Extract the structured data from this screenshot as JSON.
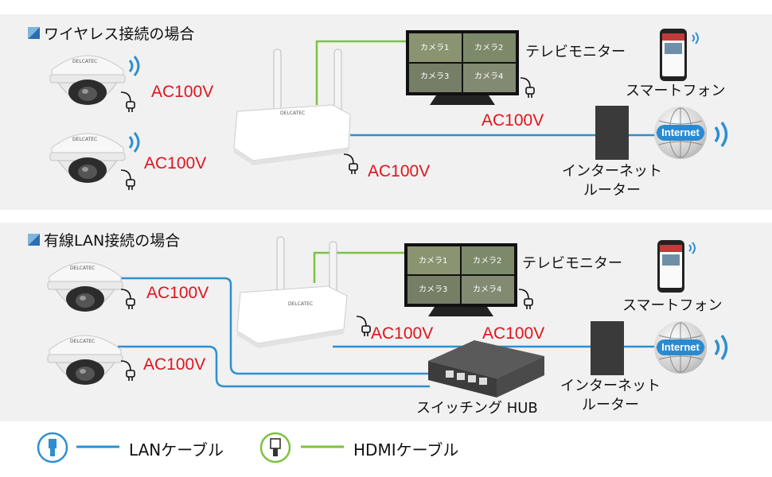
{
  "wireless_section": {
    "heading": "ワイヤレス接続の場合",
    "ac_labels": [
      "AC100V",
      "AC100V",
      "AC100V",
      "AC100V"
    ],
    "tv_label": "テレビモニター",
    "phone_label": "スマートフォン",
    "router_label_line1": "インターネット",
    "router_label_line2": "ルーター",
    "internet_label": "Internet",
    "camera_brand": "DELCATEC",
    "nvr_brand": "DELCATEC",
    "tv_tiles": [
      "カメラ1",
      "カメラ2",
      "カメラ3",
      "カメラ4"
    ]
  },
  "wired_section": {
    "heading": "有線LAN接続の場合",
    "ac_labels": [
      "AC100V",
      "AC100V",
      "AC100V",
      "AC100V"
    ],
    "tv_label": "テレビモニター",
    "phone_label": "スマートフォン",
    "router_label_line1": "インターネット",
    "router_label_line2": "ルーター",
    "internet_label": "Internet",
    "hub_label": "スイッチング HUB",
    "camera_brand": "DELCATEC",
    "nvr_brand": "DELCATEC",
    "tv_tiles": [
      "カメラ1",
      "カメラ2",
      "カメラ3",
      "カメラ4"
    ]
  },
  "legend": {
    "lan_label": "LANケーブル",
    "hdmi_label": "HDMIケーブル",
    "lan_color": "#2e8fd0",
    "hdmi_color": "#7cc242"
  },
  "colors": {
    "lan_cable": "#2e8fd0",
    "hdmi_cable": "#7cc242",
    "power_text": "#e0141e",
    "panel_bg": "#f1f1f1"
  }
}
